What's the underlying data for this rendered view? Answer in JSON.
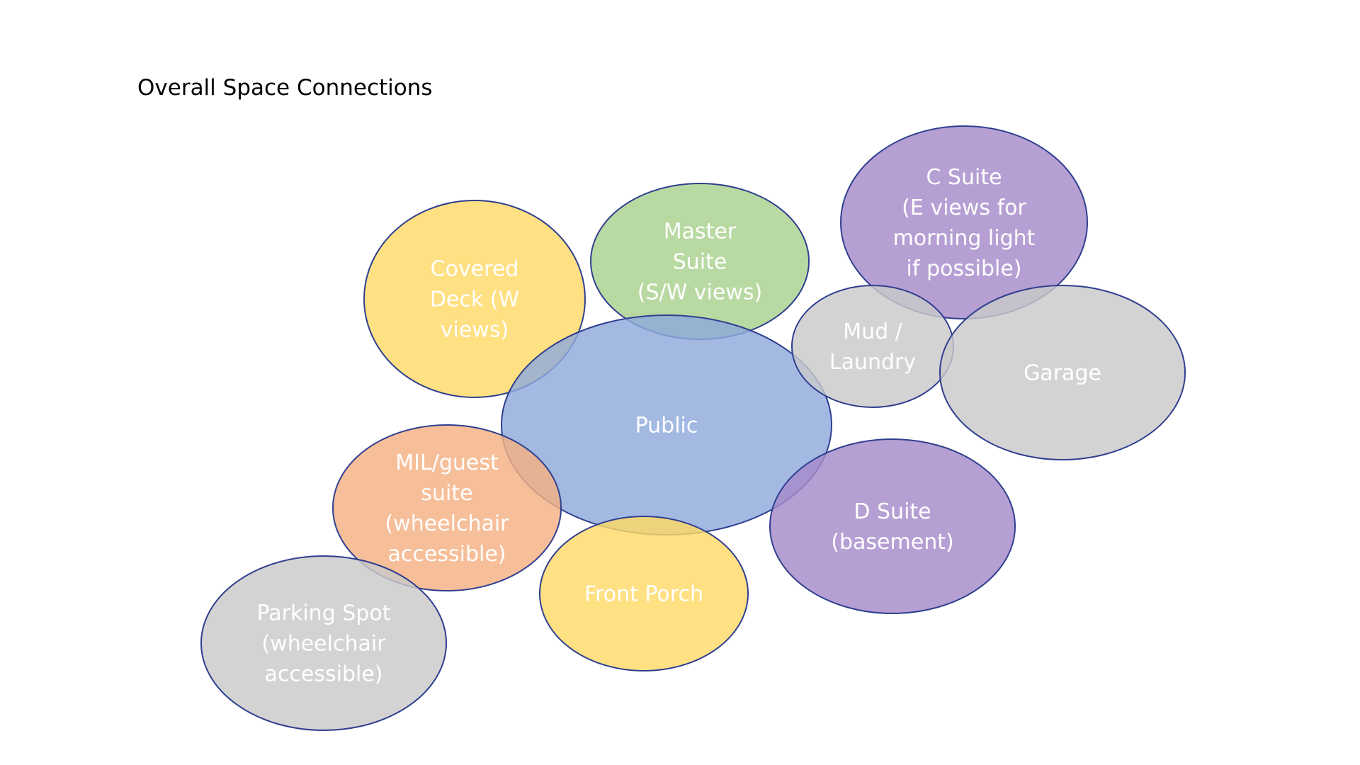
{
  "title": "Overall Space Connections",
  "colors": {
    "outline": "#2F3F8F",
    "label": "#FFFFFF"
  },
  "nodes": [
    {
      "id": "covered-deck",
      "lines": [
        "Covered",
        "Deck (W",
        "views)"
      ],
      "fill": "#FFD966"
    },
    {
      "id": "master-suite",
      "lines": [
        "Master",
        "Suite",
        "(S/W views)"
      ],
      "fill": "#A9D18E"
    },
    {
      "id": "c-suite",
      "lines": [
        "C Suite",
        "(E views for",
        "morning light",
        "if possible)"
      ],
      "fill": "#A68AC9"
    },
    {
      "id": "public",
      "lines": [
        "Public"
      ],
      "fill": "#8FAADC"
    },
    {
      "id": "mud-laundry",
      "lines": [
        "Mud /",
        "Laundry"
      ],
      "fill": "#C9C9C9"
    },
    {
      "id": "garage",
      "lines": [
        "Garage"
      ],
      "fill": "#C9C9C9"
    },
    {
      "id": "mil-guest-suite",
      "lines": [
        "MIL/guest",
        "suite",
        "(wheelchair",
        "accessible)"
      ],
      "fill": "#F4B183"
    },
    {
      "id": "d-suite",
      "lines": [
        "D Suite",
        "(basement)"
      ],
      "fill": "#A68AC9"
    },
    {
      "id": "front-porch",
      "lines": [
        "Front Porch"
      ],
      "fill": "#FFD966"
    },
    {
      "id": "parking-spot",
      "lines": [
        "Parking Spot",
        "(wheelchair",
        "accessible)"
      ],
      "fill": "#C9C9C9"
    }
  ]
}
